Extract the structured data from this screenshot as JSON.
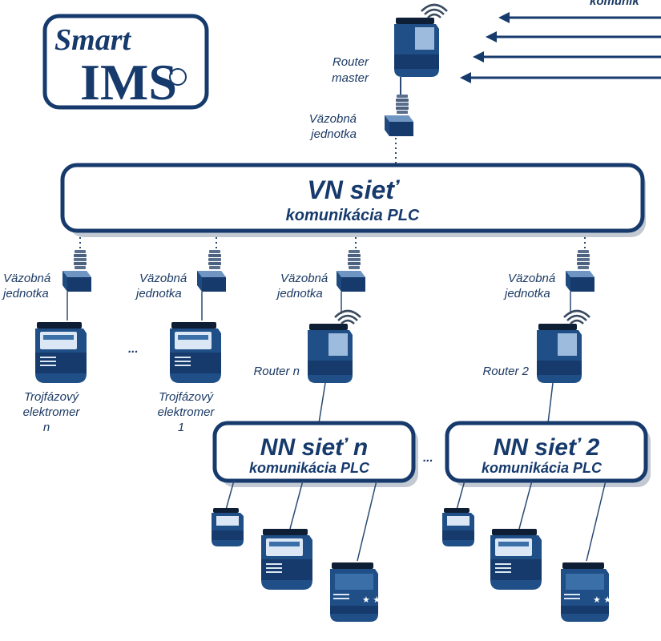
{
  "logo": {
    "line1": "Smart",
    "line2": "IMS"
  },
  "top_right_label": "komunik",
  "router_master": {
    "line1": "Router",
    "line2": "master"
  },
  "coupling": {
    "line1": "Väzobná",
    "line2": "jednotka"
  },
  "vn_network": {
    "title": "VN sieť",
    "subtitle": "komunikácia PLC"
  },
  "ellipsis": "...",
  "meter_n": {
    "line1": "Trojfázový",
    "line2": "elektromer",
    "line3": "n"
  },
  "meter_1": {
    "line1": "Trojfázový",
    "line2": "elektromer",
    "line3": "1"
  },
  "router_n": "Router n",
  "router_2": "Router 2",
  "nn_network_n": {
    "title": "NN sieť n",
    "subtitle": "komunikácia PLC"
  },
  "nn_network_2": {
    "title": "NN sieť 2",
    "subtitle": "komunikácia PLC"
  },
  "colors": {
    "dark_blue": "#163a6c",
    "mid_blue": "#3a6fa8",
    "light_blue": "#c9dbee",
    "line": "#2a4a72"
  }
}
